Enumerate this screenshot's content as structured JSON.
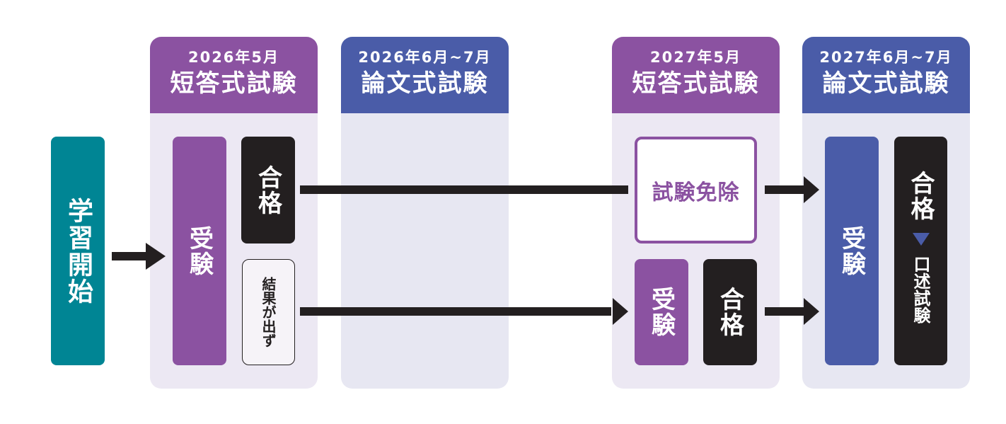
{
  "start": {
    "label": "学習開始"
  },
  "columns": [
    {
      "date": "2026年5月",
      "title": "短答式試験",
      "theme": "purple"
    },
    {
      "date": "2026年6月~7月",
      "title": "論文式試験",
      "theme": "blue"
    },
    {
      "date": "2027年5月",
      "title": "短答式試験",
      "theme": "purple"
    },
    {
      "date": "2027年6月~7月",
      "title": "論文式試験",
      "theme": "blue"
    }
  ],
  "col1": {
    "exam": "受験",
    "pass": "合格",
    "fail": "結果が出ず"
  },
  "col3": {
    "exempt": "試験免除",
    "exam": "受験",
    "pass": "合格"
  },
  "col4": {
    "exam": "受験",
    "pass": "合格",
    "next": "口述試験"
  },
  "colors": {
    "purple": "#8b52a1",
    "blue": "#4a5ca8",
    "teal": "#008594",
    "black": "#231f20"
  }
}
